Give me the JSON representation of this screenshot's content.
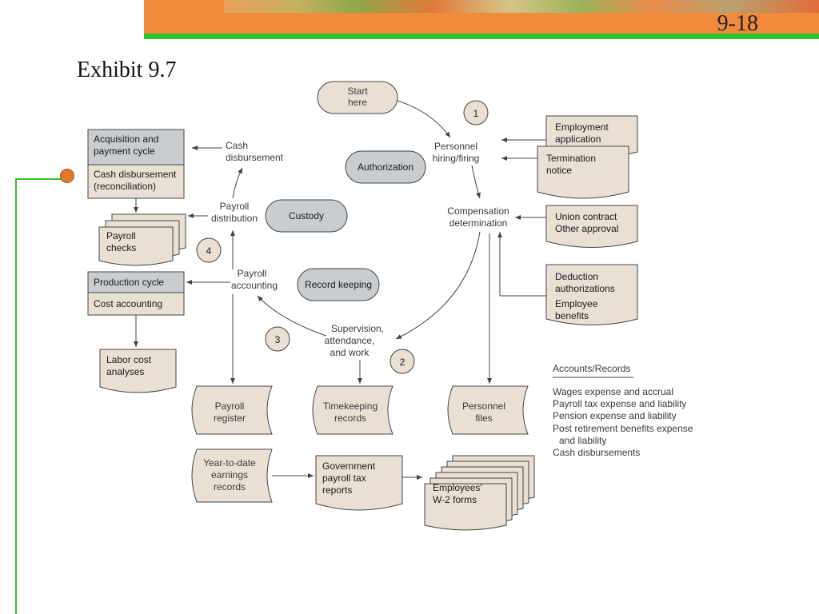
{
  "header": {
    "slide_number": "9-18",
    "title": "Exhibit 9.7",
    "brand_orange": "#f08a3c",
    "brand_green": "#2ec22e"
  },
  "diagram": {
    "start": [
      "Start",
      "here"
    ],
    "step_numbers": [
      "1",
      "2",
      "3",
      "4"
    ],
    "roles": {
      "authorization": "Authorization",
      "custody": "Custody",
      "record_keeping": "Record keeping"
    },
    "process": {
      "hiring": [
        "Personnel",
        "hiring/firing"
      ],
      "compensation": [
        "Compensation",
        "determination"
      ],
      "supervision": [
        "Supervision,",
        "attendance,",
        "and work"
      ],
      "payroll_accounting": [
        "Payroll",
        "accounting"
      ],
      "payroll_distribution": [
        "Payroll",
        "distribution"
      ],
      "cash_disbursement": [
        "Cash",
        "disbursement"
      ]
    },
    "inputs": {
      "employment_application": [
        "Employment",
        "application"
      ],
      "termination_notice": [
        "Termination",
        "notice"
      ],
      "union_contract": [
        "Union contract",
        "Other approval"
      ],
      "deductions": [
        "Deduction",
        "authorizations",
        "Employee",
        "benefits"
      ]
    },
    "cycles": {
      "acquisition": {
        "top": [
          "Acquisition and",
          "payment cycle"
        ],
        "bottom": [
          "Cash disbursement",
          "(reconciliation)"
        ]
      },
      "production": {
        "top": "Production cycle",
        "bottom": "Cost accounting"
      }
    },
    "documents": {
      "payroll_checks": [
        "Payroll",
        "checks"
      ],
      "labor_cost": [
        "Labor cost",
        "analyses"
      ],
      "government_reports": [
        "Government",
        "payroll tax",
        "reports"
      ],
      "w2_forms": [
        "Employees'",
        "W-2 forms"
      ]
    },
    "files": {
      "payroll_register": [
        "Payroll",
        "register"
      ],
      "timekeeping": [
        "Timekeeping",
        "records"
      ],
      "personnel": [
        "Personnel",
        "files"
      ],
      "ytd_earnings": [
        "Year-to-date",
        "earnings",
        "records"
      ]
    },
    "accounts": {
      "heading": "Accounts/Records",
      "items": [
        "Wages expense and accrual",
        "Payroll tax expense and liability",
        "Pension expense and liability",
        "Post retirement benefits expense",
        "and liability",
        "Cash disbursements"
      ]
    }
  }
}
